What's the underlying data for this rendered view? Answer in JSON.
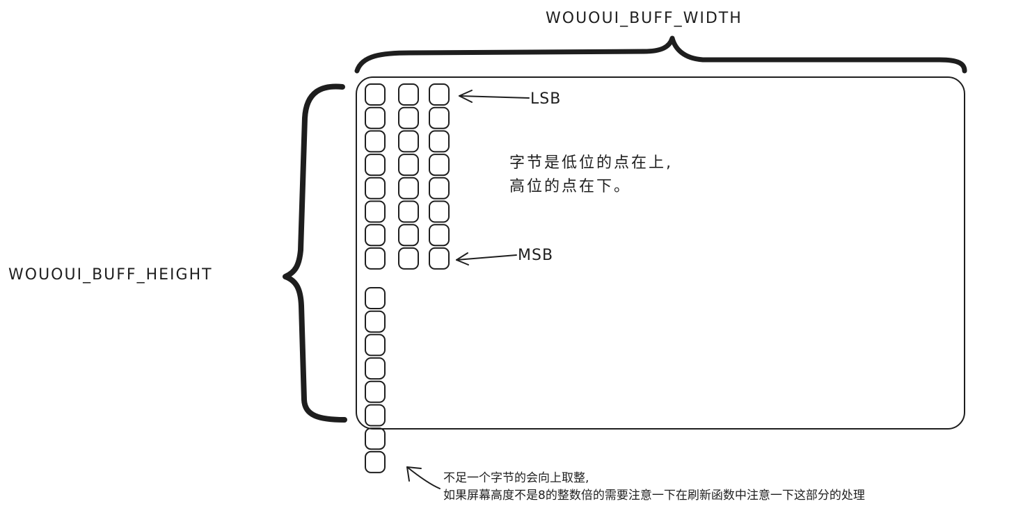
{
  "labels": {
    "width_label": "WOUOUI_BUFF_WIDTH",
    "height_label": "WOUOUI_BUFF_HEIGHT",
    "lsb_label": "LSB",
    "msb_label": "MSB",
    "byte_note_line1": "字节是低位的点在上,",
    "byte_note_line2": "高位的点在下。",
    "footnote_line1": "不足一个字节的会向上取整,",
    "footnote_line2": "如果屏幕高度不是8的整数倍的需要注意一下在刷新函数中注意一下这部分的处理"
  },
  "colors": {
    "stroke": "#1e1e1e",
    "background": "#ffffff"
  },
  "bits_per_byte": 8,
  "extra_column_cells": 8
}
